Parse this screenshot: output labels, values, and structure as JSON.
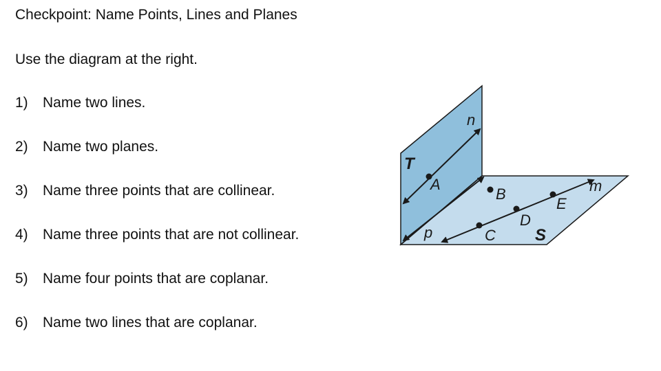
{
  "header": {
    "title": "Checkpoint: Name Points, Lines and Planes"
  },
  "instructions": "Use the diagram at the right.",
  "questions": [
    {
      "number": "1)",
      "text": "Name two lines."
    },
    {
      "number": "2)",
      "text": "Name two planes."
    },
    {
      "number": "3)",
      "text": "Name three points that are collinear."
    },
    {
      "number": "4)",
      "text": "Name three points that are not collinear."
    },
    {
      "number": "5)",
      "text": "Name four points that are coplanar."
    },
    {
      "number": "6)",
      "text": "Name two lines that are coplanar."
    }
  ],
  "diagram": {
    "planes": [
      "T",
      "S"
    ],
    "lines": [
      "n",
      "m",
      "p"
    ],
    "points": [
      "A",
      "B",
      "C",
      "D",
      "E"
    ],
    "colors": {
      "vertical_plane": "#8fbfdc",
      "horizontal_plane": "#c4dced",
      "outline": "#1a1a1a"
    }
  }
}
